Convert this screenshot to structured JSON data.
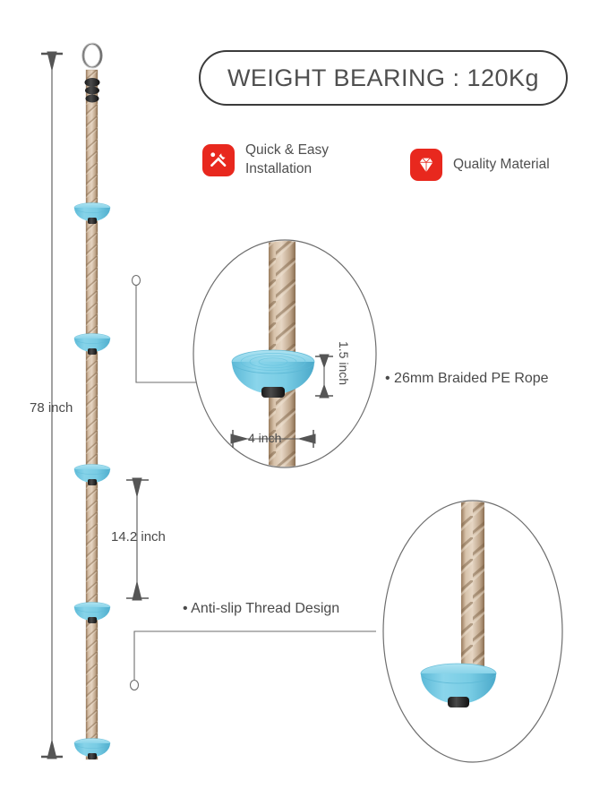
{
  "header": {
    "title": "WEIGHT BEARING : 120Kg"
  },
  "features": [
    {
      "icon": "tools-icon",
      "label": "Quick & Easy\nInstallation",
      "color": "#E8281E"
    },
    {
      "icon": "diamond-icon",
      "label": "Quality Material",
      "color": "#E8281E"
    }
  ],
  "dimensions": {
    "total_length": "78 inch",
    "platform_spacing": "14.2 inch",
    "platform_height": "1.5 inch",
    "platform_width": "4 inch"
  },
  "callouts": [
    {
      "name": "rope-spec",
      "text": "• 26mm Braided PE Rope"
    },
    {
      "name": "thread-design",
      "text": "• Anti-slip Thread Design"
    }
  ],
  "product": {
    "rope_color": "#C3A punkt",
    "platform_color": "#74CCE6",
    "platform_count": 5
  },
  "colors": {
    "accent_red": "#E8281E",
    "platform_blue": "#74CCE6",
    "platform_blue_light": "#9FDDEF",
    "platform_blue_dark": "#4FB3D4",
    "rope_light": "#D9C3AC",
    "rope_mid": "#BFA288",
    "rope_dark": "#8E7256",
    "line_gray": "#6E6E6E",
    "text_gray": "#4A4A4A"
  }
}
